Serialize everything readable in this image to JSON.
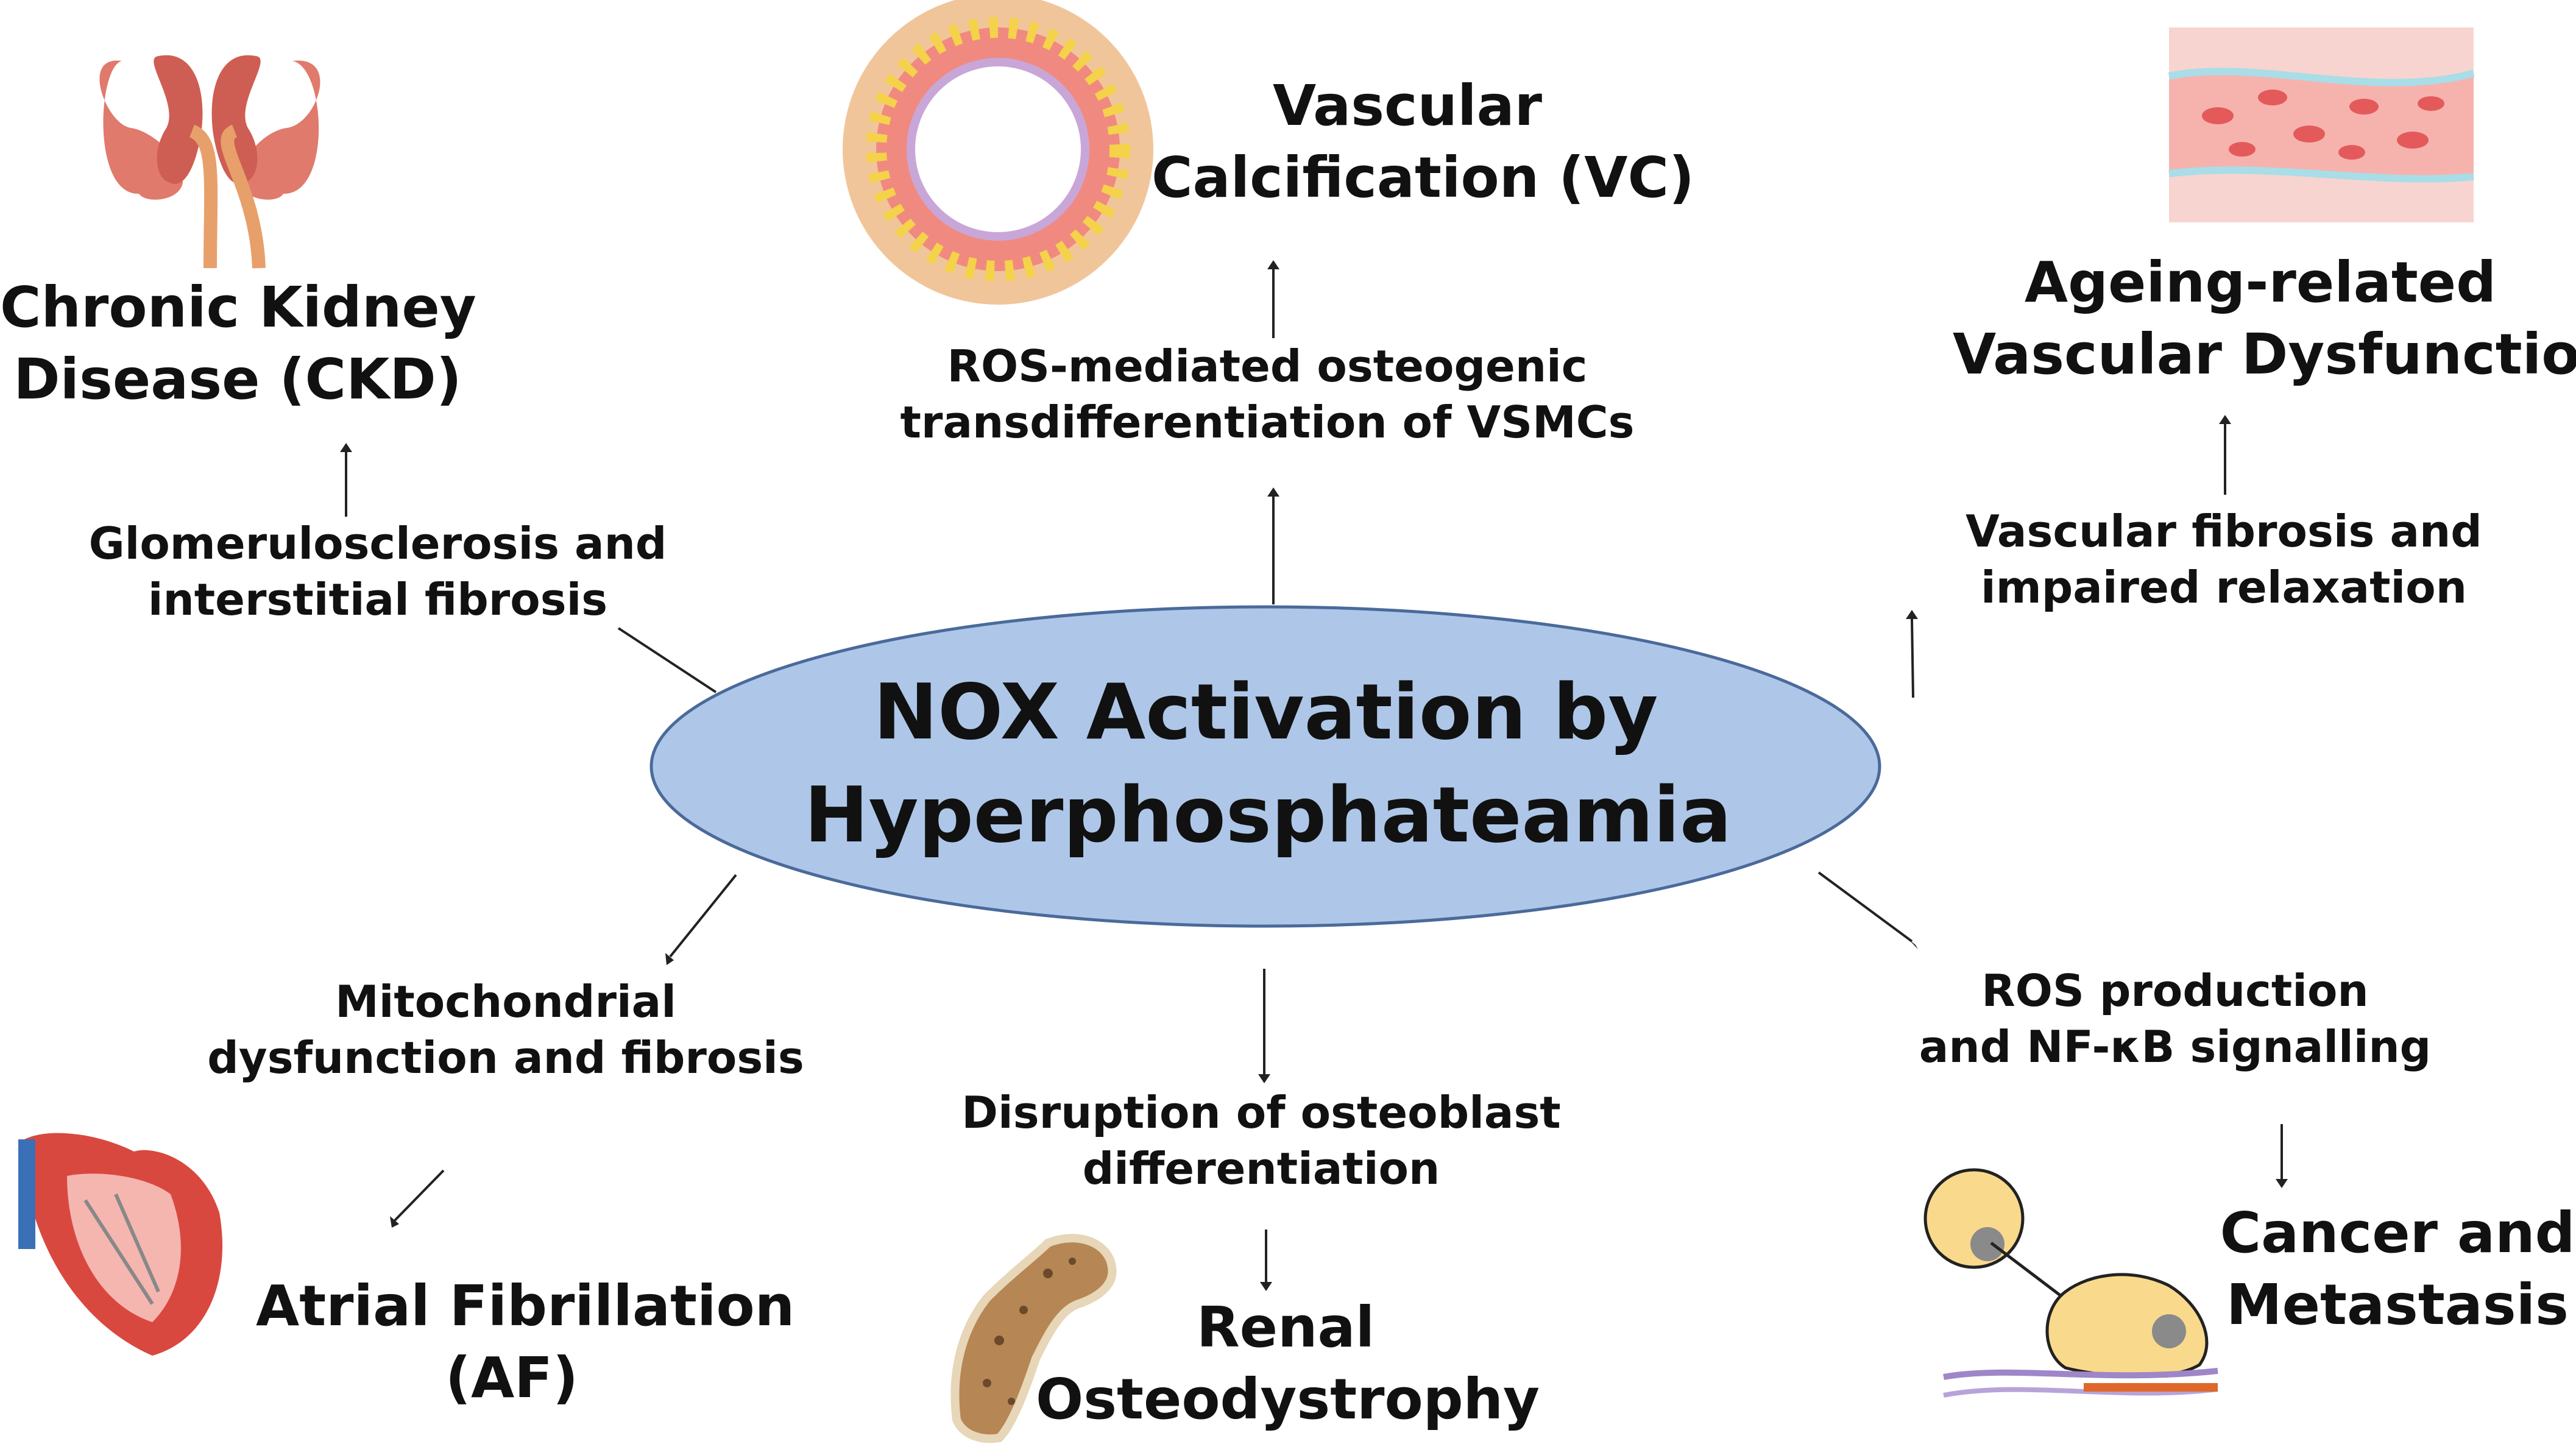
{
  "center": {
    "line1": "NOX Activation by",
    "line2": "Hyperphosphateamia",
    "fill": "#aec7e8"
  },
  "outcomes": {
    "ckd": {
      "line1": "Chronic Kidney",
      "line2": "Disease (CKD)",
      "mech1": "Glomerulosclerosis and",
      "mech2": "interstitial fibrosis",
      "icon": "kidney-icon"
    },
    "vc": {
      "line1": "Vascular",
      "line2": "Calcification (VC)",
      "mech1": "ROS-mediated osteogenic",
      "mech2": "transdifferentiation of VSMCs",
      "icon": "calcified-vessel-icon"
    },
    "ageing": {
      "line1": "Ageing-related",
      "line2": "Vascular Dysfunction",
      "mech1": "Vascular fibrosis and",
      "mech2": "impaired relaxation",
      "icon": "blood-vessel-icon"
    },
    "af": {
      "line1": "Atrial Fibrillation",
      "line2": "(AF)",
      "mech1": "Mitochondrial",
      "mech2": "dysfunction and fibrosis",
      "icon": "heart-icon"
    },
    "renal": {
      "line1": "Renal",
      "line2": "Osteodystrophy",
      "mech1": "Disruption of osteoblast",
      "mech2": "differentiation",
      "icon": "bone-icon"
    },
    "cancer": {
      "line1": "Cancer and",
      "line2": "Metastasis",
      "mech1": "ROS production",
      "mech2": "and NF-κB signalling",
      "icon": "cancer-cell-icon"
    }
  }
}
